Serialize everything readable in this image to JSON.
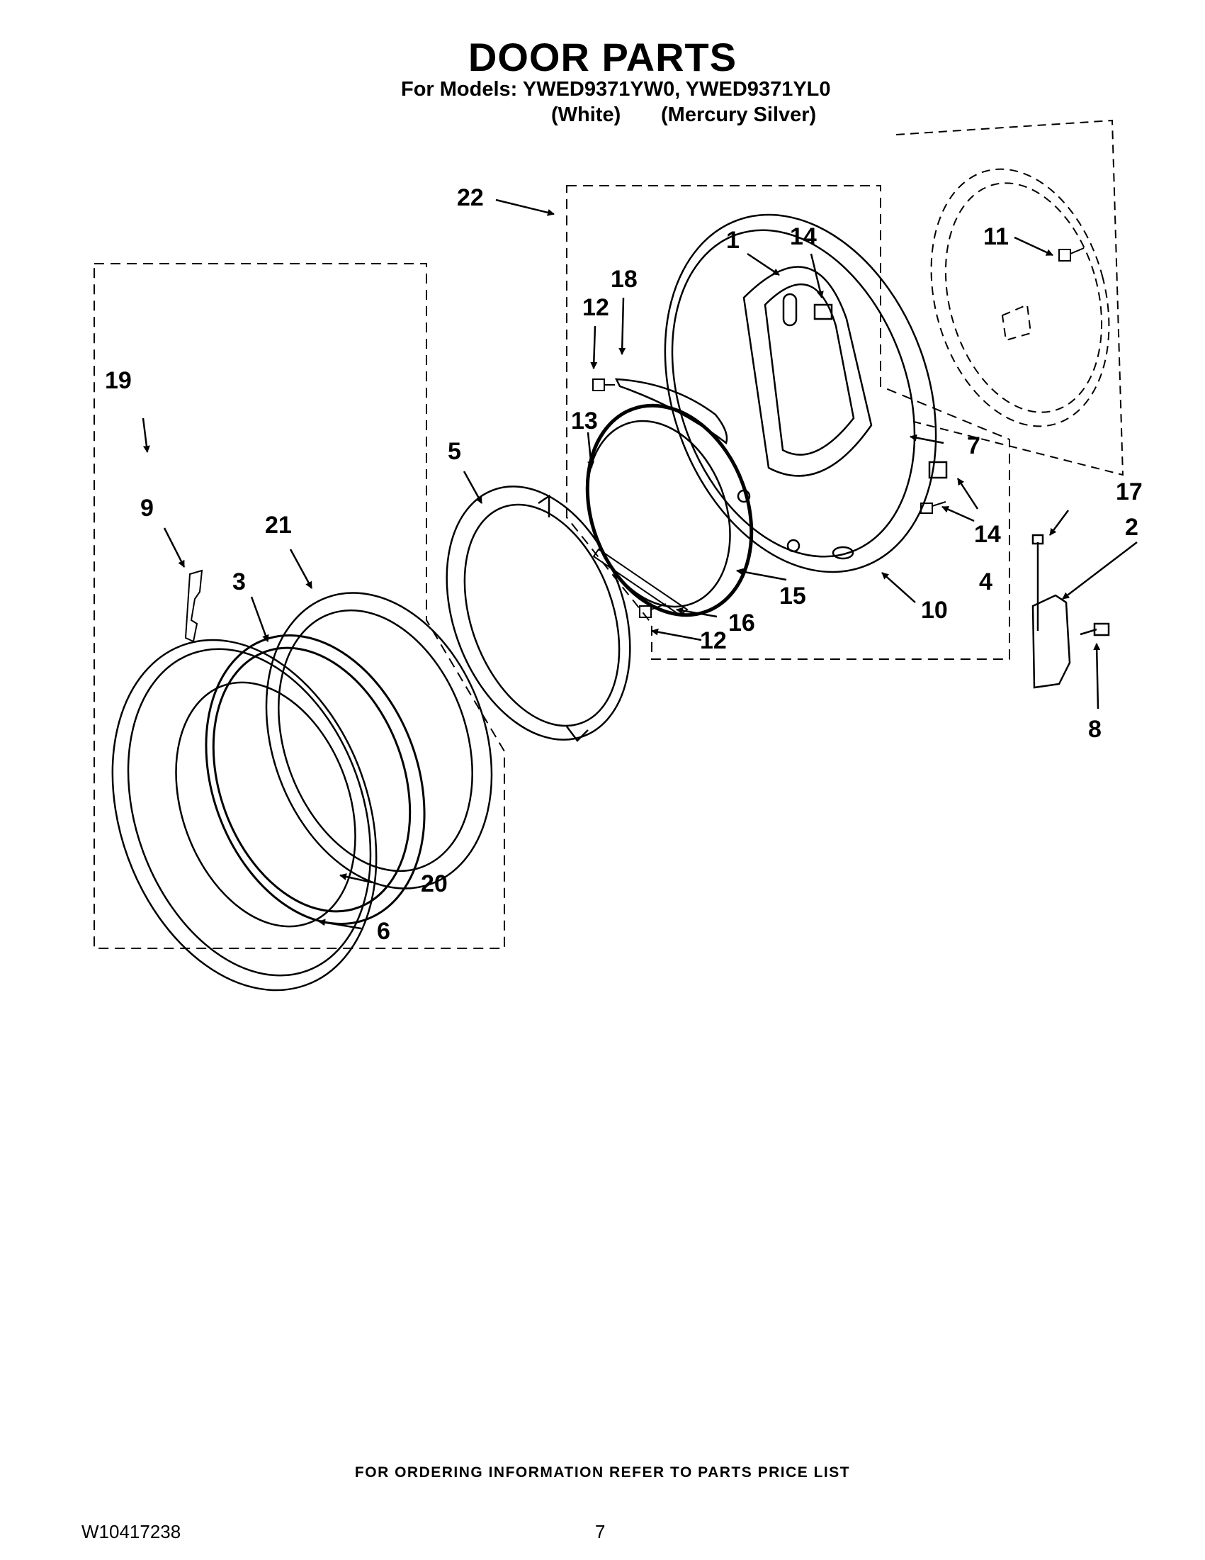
{
  "header": {
    "title": "DOOR PARTS",
    "models_line": "For Models: YWED9371YW0, YWED9371YL0",
    "variants": [
      "(White)",
      "(Mercury Silver)"
    ]
  },
  "callouts": [
    "1",
    "2",
    "3",
    "4",
    "5",
    "6",
    "7",
    "8",
    "9",
    "10",
    "11",
    "12",
    "12",
    "13",
    "14",
    "14",
    "15",
    "16",
    "17",
    "18",
    "19",
    "20",
    "21",
    "22"
  ],
  "footer": {
    "ordering_note": "FOR ORDERING INFORMATION REFER TO PARTS PRICE LIST",
    "doc_number": "W10417238",
    "page_number": "7"
  }
}
